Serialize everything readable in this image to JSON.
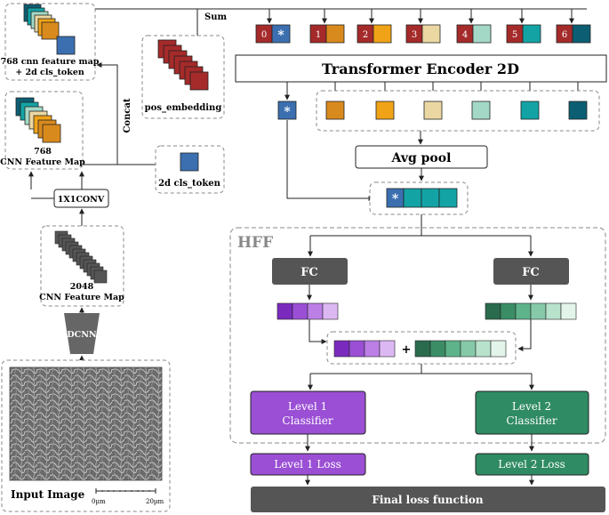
{
  "labels": {
    "sum": "Sum",
    "concat": "Concat",
    "cnn768_cls_l1": "768 cnn feature map",
    "cnn768_cls_l2": "+ 2d cls_token",
    "pos_embedding": "pos_embedding",
    "cnn768_l1": "768",
    "cnn768_l2": "CNN Feature Map",
    "cls_token": "2d cls_token",
    "conv": "1X1CONV",
    "cnn2048_l1": "2048",
    "cnn2048_l2": "CNN Feature Map",
    "dcnn": "DCNN",
    "input_image": "Input Image",
    "scale_start": "0µm",
    "scale_end": "20µm",
    "transformer": "Transformer Encoder 2D",
    "avg_pool": "Avg pool",
    "hff": "HFF",
    "fc_left": "FC",
    "fc_right": "FC",
    "plus": "+",
    "star": "*",
    "level1_classifier_l1": "Level 1",
    "level1_classifier_l2": "Classifier",
    "level2_classifier_l1": "Level 2",
    "level2_classifier_l2": "Classifier",
    "level1_loss": "Level 1 Loss",
    "level2_loss": "Level 2 Loss",
    "final_loss": "Final loss function"
  },
  "tokens": [
    {
      "index": "0",
      "color": "#3b6fb0"
    },
    {
      "index": "1",
      "color": "#d98a1d"
    },
    {
      "index": "2",
      "color": "#f0a317"
    },
    {
      "index": "3",
      "color": "#ead7a2"
    },
    {
      "index": "4",
      "color": "#a3d8c6"
    },
    {
      "index": "5",
      "color": "#13a3a5"
    },
    {
      "index": "6",
      "color": "#0c5f73"
    }
  ],
  "colors": {
    "dark_red": "#a52a2a",
    "blue": "#3b6fb0",
    "purple": "#9a4fd4",
    "green": "#2f8b63",
    "dark_gray": "#555555",
    "teal": "#13a3a5"
  }
}
